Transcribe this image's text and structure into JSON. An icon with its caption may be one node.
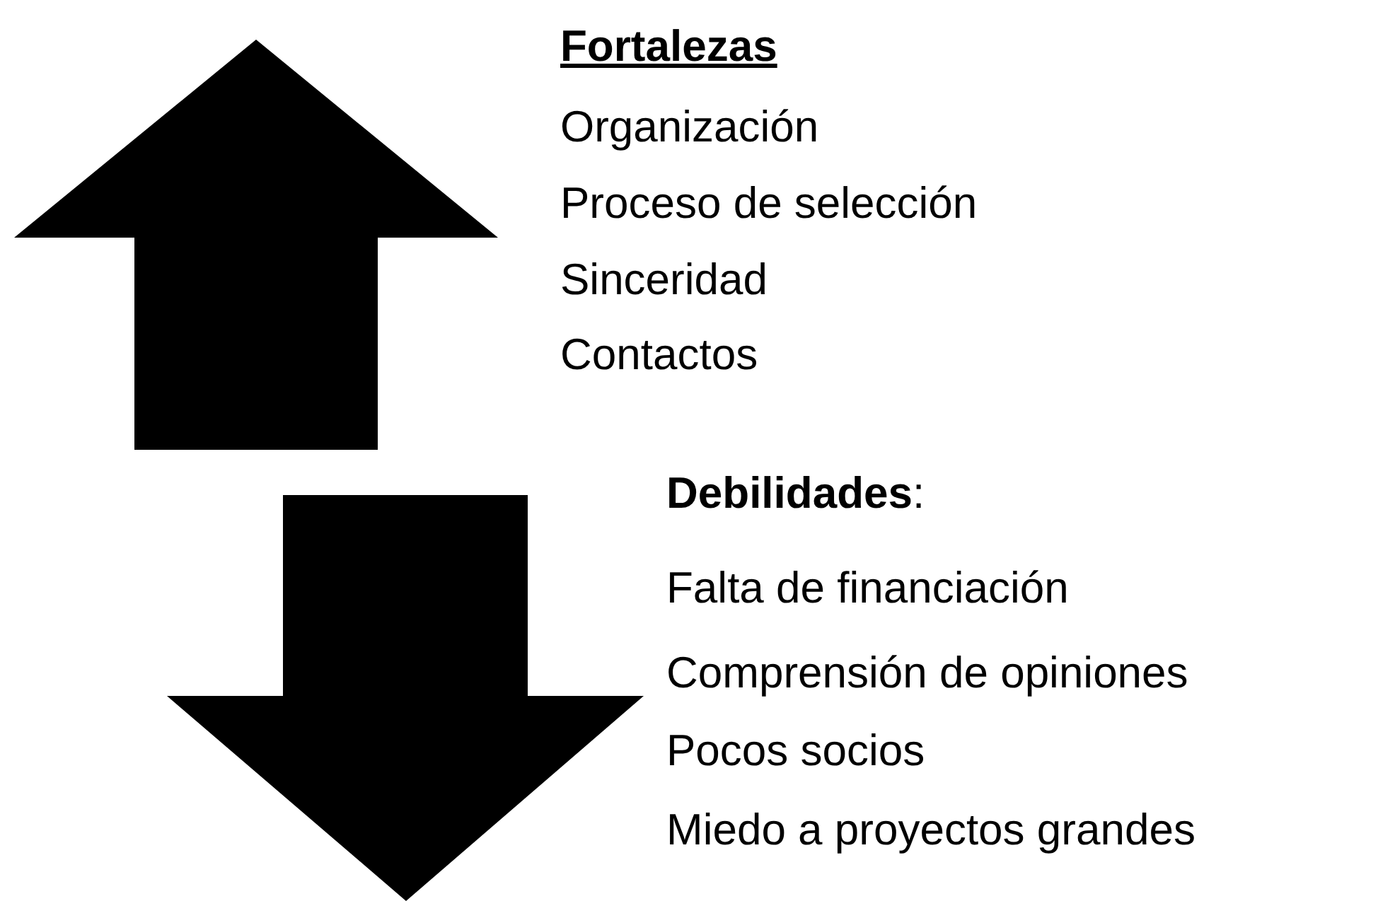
{
  "diagram": {
    "labels": [
      "Fortalezas",
      "Organización",
      "Proceso de selección",
      "Sinceridad",
      "Contactos",
      "**Debilidades**:",
      "Falta de financiación",
      "Comprensión de opiniones",
      "Pocos socios",
      "Miedo a proyectos grandes"
    ]
  }
}
